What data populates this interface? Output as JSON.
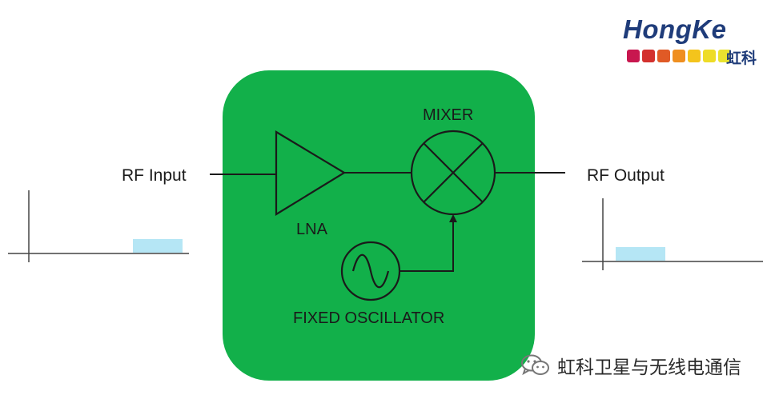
{
  "colors": {
    "block_fill": "#12b04a",
    "spectrum_bar": "#b5e6f5",
    "line": "#1a1a1a",
    "logo_blue": "#1f3c7a",
    "logo_squares": [
      "#c8174f",
      "#d3312e",
      "#e05a26",
      "#ef8f20",
      "#f4c41c",
      "#eedc27",
      "#e9e32f"
    ]
  },
  "diagram": {
    "rf_input_label": "RF Input",
    "rf_output_label": "RF Output",
    "lna_label": "LNA",
    "mixer_label": "MIXER",
    "oscillator_label": "FIXED OSCILLATOR"
  },
  "logo": {
    "name": "HongKe",
    "chinese": "虹科"
  },
  "watermark": {
    "icon": "wechat-icon",
    "text": "虹科卫星与无线电通信"
  }
}
